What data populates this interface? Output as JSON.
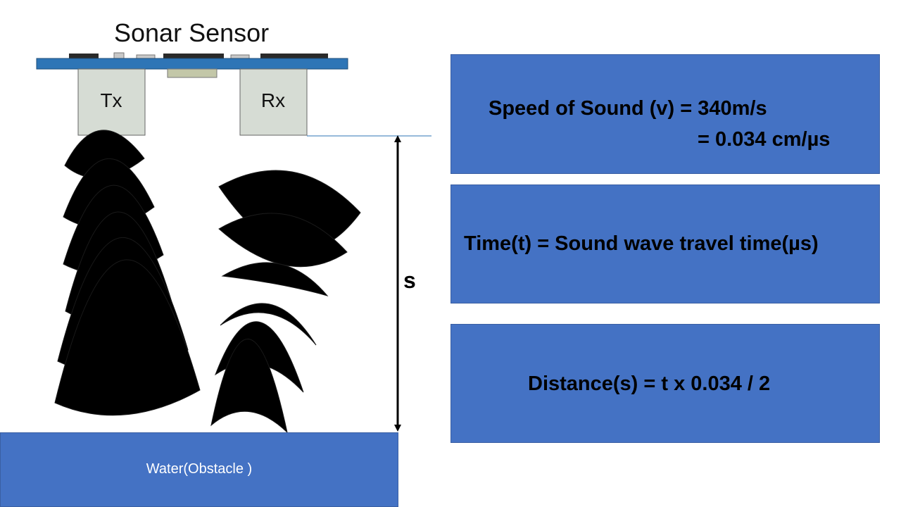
{
  "title": "Sonar Sensor",
  "sensor": {
    "tx_label": "Tx",
    "rx_label": "Rx"
  },
  "distance_label": "s",
  "obstacle_label": "Water(Obstacle )",
  "formula_boxes": {
    "speed": {
      "line1": "Speed of Sound (v) = 340m/s",
      "line2": "= 0.034 cm/µs"
    },
    "time": {
      "line1": "Time(t) = Sound wave travel time(µs)"
    },
    "distance": {
      "line1": "Distance(s) = t x 0.034 / 2"
    }
  },
  "colors": {
    "box_fill": "#4472c4",
    "board_blue": "#2e75b6",
    "transducer_gray": "#d6dcd4",
    "wave_orange": "#e46c1e",
    "wave_olive": "#b89a3a",
    "wave_green": "#66e04a"
  }
}
